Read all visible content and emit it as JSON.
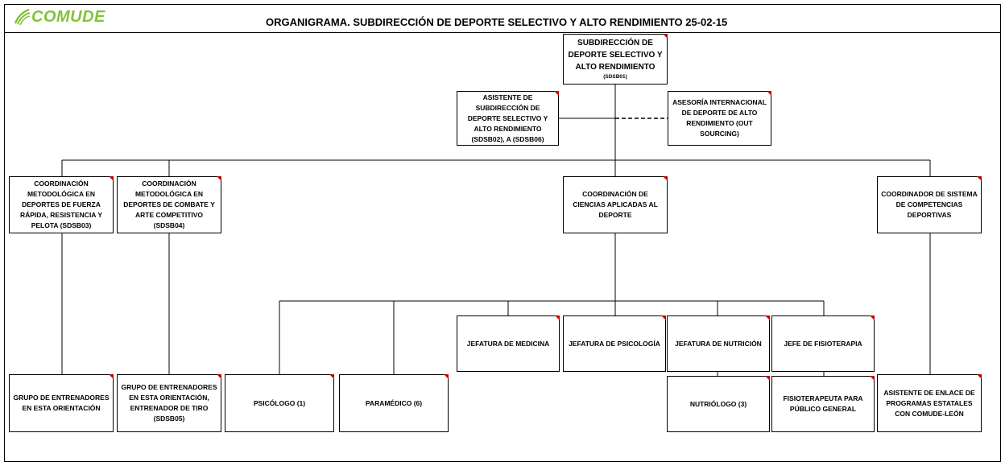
{
  "header": {
    "logo_text": "COMUDE",
    "title": "ORGANIGRAMA.  SUBDIRECCIÓN DE DEPORTE SELECTIVO Y ALTO RENDIMIENTO 25-02-15"
  },
  "colors": {
    "brand": "#84c13b",
    "corner_marker": "#c00000",
    "line": "#000000"
  },
  "nodes": {
    "subdireccion": {
      "label": "SUBDIRECCIÓN DE DEPORTE SELECTIVO Y ALTO RENDIMIENTO",
      "code": "(SDSB01)"
    },
    "asistente_sub": {
      "label": "ASISTENTE DE SUBDIRECCIÓN DE DEPORTE SELECTIVO Y ALTO RENDIMIENTO (SDSB02), A (SDSB06)"
    },
    "asesoria": {
      "label": "ASESORÍA INTERNACIONAL DE DEPORTE DE ALTO RENDIMIENTO (OUT SOURCING)"
    },
    "coord_fuerza": {
      "label": "COORDINACIÓN METODOLÓGICA  EN DEPORTES DE FUERZA RÁPIDA, RESISTENCIA Y PELOTA (SDSB03)"
    },
    "coord_combate": {
      "label": "COORDINACIÓN METODOLÓGICA  EN DEPORTES DE COMBATE Y ARTE COMPETITIVO (SDSB04)"
    },
    "coord_ciencias": {
      "label": "COORDINACIÓN DE CIENCIAS APLICADAS AL DEPORTE"
    },
    "coord_competencias": {
      "label": "COORDINADOR DE SISTEMA DE COMPETENCIAS DEPORTIVAS"
    },
    "jef_medicina": {
      "label": "JEFATURA DE MEDICINA"
    },
    "jef_psicologia": {
      "label": "JEFATURA DE PSICOLOGÍA"
    },
    "jef_nutricion": {
      "label": "JEFATURA DE NUTRICIÓN"
    },
    "jefe_fisioterapia": {
      "label": "JEFE DE FISIOTERAPIA"
    },
    "grupo_entrenadores_1": {
      "label": "GRUPO DE ENTRENADORES EN ESTA ORIENTACIÓN"
    },
    "grupo_entrenadores_2": {
      "label": "GRUPO DE ENTRENADORES EN ESTA ORIENTACIÓN, ENTRENADOR DE TIRO",
      "code": "(SDSB05)"
    },
    "psicologo": {
      "label": "PSICÓLOGO (1)"
    },
    "paramedico": {
      "label": "PARAMÉDICO (6)"
    },
    "nutriologo": {
      "label": "NUTRIÓLOGO (3)"
    },
    "fisioterapeuta": {
      "label": "FISIOTERAPEUTA PARA PÚBLICO GENERAL"
    },
    "asistente_enlace": {
      "label": "ASISTENTE DE ENLACE DE PROGRAMAS ESTATALES CON COMUDE-LEÓN"
    }
  }
}
